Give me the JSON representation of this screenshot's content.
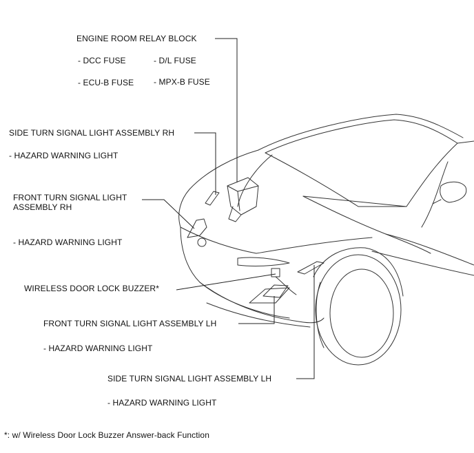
{
  "labels": {
    "engine_room_relay_block": "ENGINE ROOM RELAY BLOCK",
    "dcc_fuse": "- DCC FUSE",
    "dl_fuse": "- D/L FUSE",
    "ecu_b_fuse": "- ECU-B FUSE",
    "mpx_b_fuse": "- MPX-B FUSE",
    "side_turn_rh": "SIDE TURN SIGNAL LIGHT ASSEMBLY RH",
    "hazard_1": "- HAZARD WARNING LIGHT",
    "front_turn_rh_line1": "FRONT TURN SIGNAL LIGHT",
    "front_turn_rh_line2": "ASSEMBLY RH",
    "hazard_2": "- HAZARD WARNING LIGHT",
    "wireless_buzzer": "WIRELESS DOOR LOCK BUZZER*",
    "front_turn_lh": "FRONT TURN SIGNAL LIGHT ASSEMBLY LH",
    "hazard_3": "- HAZARD WARNING LIGHT",
    "side_turn_lh": "SIDE TURN SIGNAL LIGHT ASSEMBLY LH",
    "hazard_4": "- HAZARD WARNING LIGHT",
    "footnote": "*: w/ Wireless Door Lock Buzzer Answer-back Function"
  },
  "colors": {
    "line": "#222222",
    "background": "#ffffff"
  }
}
